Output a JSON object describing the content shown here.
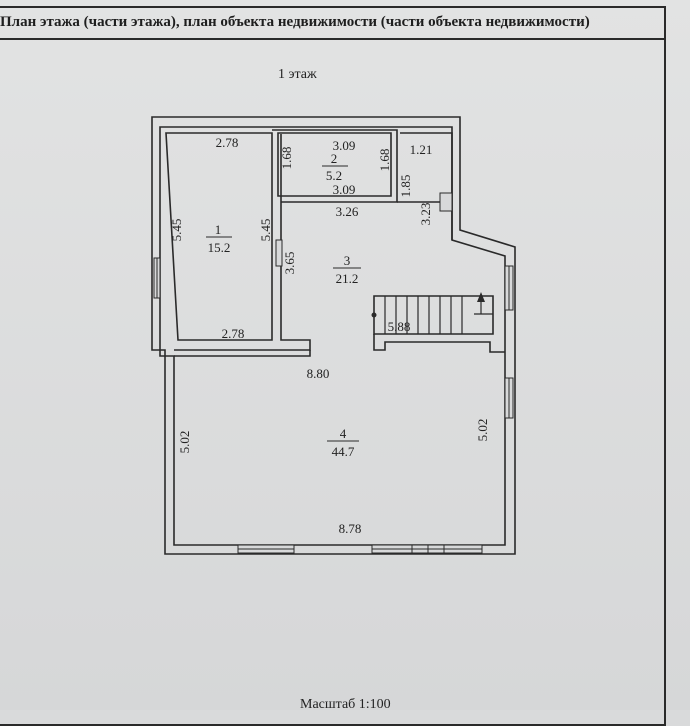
{
  "header": {
    "title": "План  этажа (части этажа), план объекта недвижимости (части объекта недвижимости)"
  },
  "floor": {
    "label": "1 этаж"
  },
  "scale": {
    "label": "Масштаб 1:100"
  },
  "rooms": [
    {
      "number": "1",
      "area": "15.2"
    },
    {
      "number": "2",
      "area": "5.2"
    },
    {
      "number": "3",
      "area": "21.2"
    },
    {
      "number": "4",
      "area": "44.7"
    }
  ],
  "dimensions": {
    "room1_top": "2.78",
    "room1_bottom": "2.78",
    "room1_left": "5.45",
    "room1_right": "5.45",
    "room2_top": "3.09",
    "room2_bottom": "3.09",
    "room2_left": "1.68",
    "room2_right": "1.68",
    "corner_width": "1.21",
    "corner_height": "1.85",
    "room3_top": "3.26",
    "room3_left": "3.65",
    "right_wall": "3.23",
    "stairs": "5.88",
    "room4_top": "8.80",
    "room4_bottom": "8.78",
    "room4_left": "5.02",
    "room4_right": "5.02"
  }
}
